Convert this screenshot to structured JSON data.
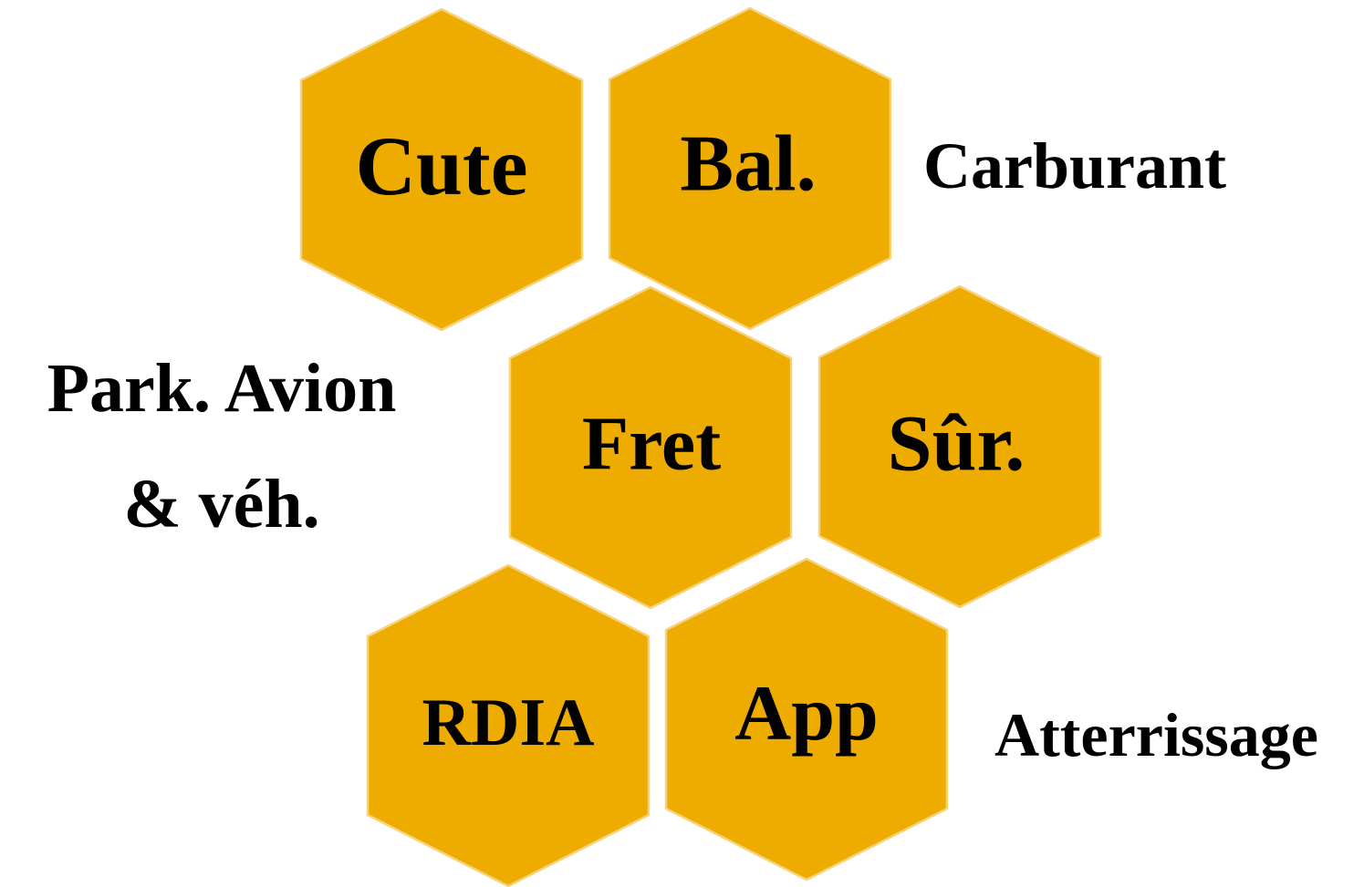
{
  "diagram": {
    "hex_color": "#EFAC00",
    "hex_border_color": "#F6D27A",
    "text_color": "#000000",
    "hexagons": [
      {
        "name": "cute",
        "label": "Cute"
      },
      {
        "name": "bal",
        "label": "Bal."
      },
      {
        "name": "fret",
        "label": "Fret"
      },
      {
        "name": "sur",
        "label": "Sûr."
      },
      {
        "name": "rdia",
        "label": "RDIA"
      },
      {
        "name": "app",
        "label": "App"
      }
    ],
    "side_labels": {
      "carburant": "Carburant",
      "park_line1": "Park. Avion",
      "park_line2": "& véh.",
      "atterrissage": "Atterrissage"
    }
  }
}
